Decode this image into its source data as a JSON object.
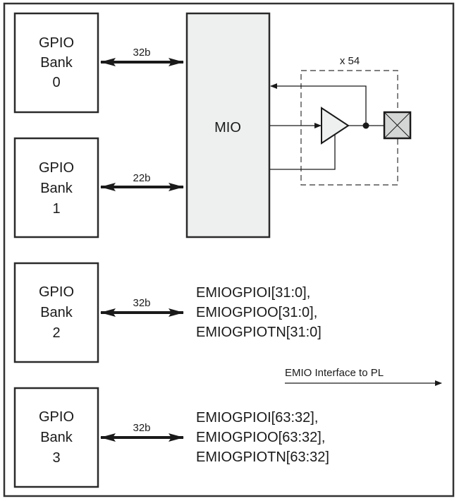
{
  "diagram": {
    "gpio_banks": [
      {
        "line1": "GPIO",
        "line2": "Bank",
        "line3": "0",
        "bus_width": "32b"
      },
      {
        "line1": "GPIO",
        "line2": "Bank",
        "line3": "1",
        "bus_width": "22b"
      },
      {
        "line1": "GPIO",
        "line2": "Bank",
        "line3": "2",
        "bus_width": "32b"
      },
      {
        "line1": "GPIO",
        "line2": "Bank",
        "line3": "3",
        "bus_width": "32b"
      }
    ],
    "mio": {
      "label": "MIO"
    },
    "io_cell": {
      "multiplier": "x 54"
    },
    "emio_bank2_signals": [
      "EMIOGPIOI[31:0],",
      "EMIOGPIOO[31:0],",
      "EMIOGPIOTN[31:0]"
    ],
    "emio_bank3_signals": [
      "EMIOGPIOI[63:32],",
      "EMIOGPIOO[63:32],",
      "EMIOGPIOTN[63:32]"
    ],
    "emio_interface_label": "EMIO Interface to PL",
    "colors": {
      "line": "#1a1a1a",
      "mio_fill": "#eef0f0",
      "buffer_fill": "#eef0f0",
      "pad_fill": "#d4d6d6"
    }
  }
}
